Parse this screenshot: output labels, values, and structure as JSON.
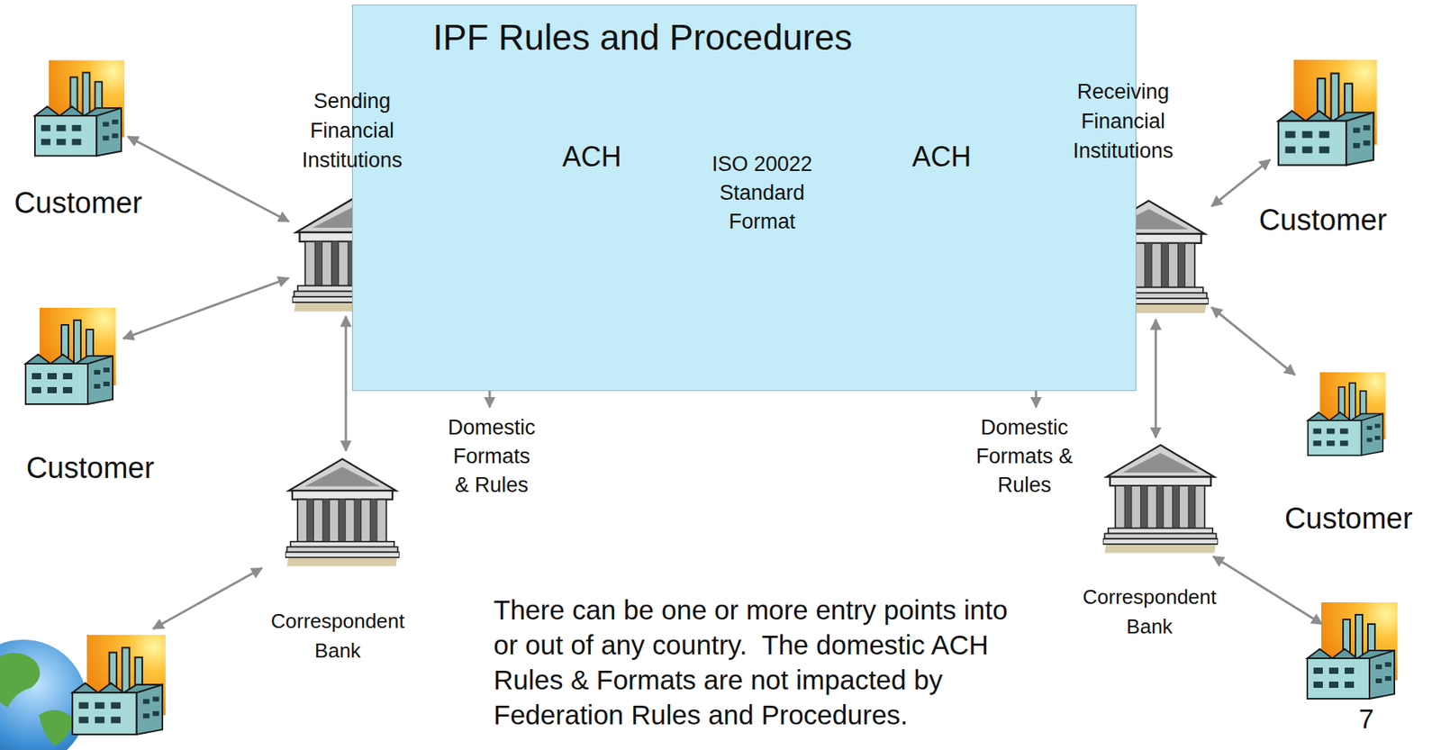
{
  "diagram": {
    "nodes": [
      {
        "text": [
          "IPF Rules and Procedures"
        ]
      },
      {
        "text": [
          "Sending Financial Institutions"
        ],
        "in": 0
      },
      {
        "text": [
          "ACH"
        ],
        "in": 0
      },
      {
        "text": [
          "ACH"
        ],
        "in": 0
      },
      {
        "text": [
          "Receiving Financial Institutions"
        ],
        "in": 0
      },
      {
        "text": [
          "Customer"
        ]
      },
      {
        "text": [
          "Customer"
        ]
      },
      {
        "text": [
          "Correspondent Bank"
        ]
      },
      {
        "text": [
          "Customer"
        ]
      },
      {
        "text": [
          "Customer"
        ]
      },
      {
        "text": [
          "Correspondent Bank"
        ]
      }
    ],
    "edges": [
      {
        "from": 5,
        "to": 1,
        "arrow": "both"
      },
      {
        "from": 6,
        "to": 1,
        "arrow": "both"
      },
      {
        "from": 1,
        "to": 7,
        "arrow": "both"
      },
      {
        "from": 1,
        "to": 2,
        "arrow": "both"
      },
      {
        "from": 2,
        "to": 3,
        "label": "ISO 20022 Standard Format",
        "arrow": "both"
      },
      {
        "from": 3,
        "to": 4,
        "arrow": "both"
      },
      {
        "from": 4,
        "to": 8,
        "arrow": "both"
      },
      {
        "from": 4,
        "to": 9,
        "arrow": "both"
      },
      {
        "from": 4,
        "to": 10,
        "arrow": "both"
      }
    ],
    "labels": [
      "Domestic Formats & Rules",
      "Domestic Formats & Rules",
      "There can be one or more entry points into or out of any country.  The domestic ACH Rules & Formats are not impacted by Federation Rules and Procedures.",
      "7"
    ]
  }
}
